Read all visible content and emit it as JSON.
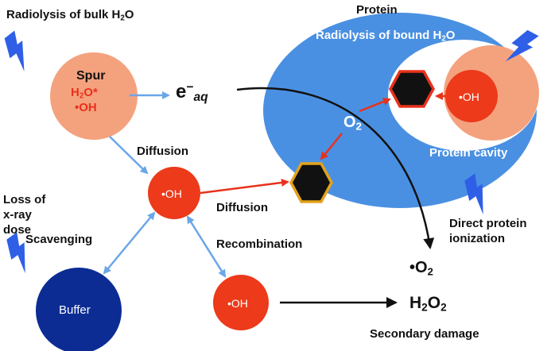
{
  "labels": {
    "radiolysis_bulk": "Radiolysis of bulk H",
    "radiolysis_bulk_sub": "2",
    "radiolysis_bulk_tail": "O",
    "protein": "Protein",
    "radiolysis_bound": "Radiolysis of bound H",
    "radiolysis_bound_sub": "2",
    "radiolysis_bound_tail": "O",
    "spur_title": "Spur",
    "spur_h2o": "H",
    "spur_h2o_sub": "2",
    "spur_h2o_tail": "O*",
    "spur_oh": "•OH",
    "eaq_main": "e",
    "eaq_sup": "−",
    "eaq_sub": "aq",
    "o2_main": "O",
    "o2_sub": "2",
    "oh_in_cavity": "•OH",
    "protein_cavity": "Protein cavity",
    "diffusion_top": "Diffusion",
    "oh_center": "•OH",
    "diffusion_mid": "Diffusion",
    "loss_of_dose_1": "Loss of",
    "loss_of_dose_2": "x-ray",
    "loss_of_dose_3": "dose",
    "scavenging": "Scavenging",
    "recombination": "Recombination",
    "direct_ionization_1": "Direct protein",
    "direct_ionization_2": "ionization",
    "o2_radical": "•O",
    "o2_radical_sub": "2",
    "buffer": "Buffer",
    "oh_bottom": "•OH",
    "h2o2": "H",
    "h2o2_sub1": "2",
    "h2o2_mid": "O",
    "h2o2_sub2": "2",
    "secondary_damage": "Secondary damage"
  },
  "colors": {
    "protein_blue": "#4a90e2",
    "spur_peach": "#f4a27e",
    "radical_red": "#ec3a1a",
    "buffer_navy": "#0c2c94",
    "hexagon_fill": "#111111",
    "hexagon_red_outline": "#e8321c",
    "hexagon_gold_outline": "#e3a21c",
    "arrow_blue": "#6aa6e8",
    "arrow_red": "#e8321c",
    "arrow_black": "#111111",
    "lightning_blue": "#2f5fe6"
  },
  "icons": [
    "lightning-bolt-icon",
    "hexagon-icon"
  ]
}
